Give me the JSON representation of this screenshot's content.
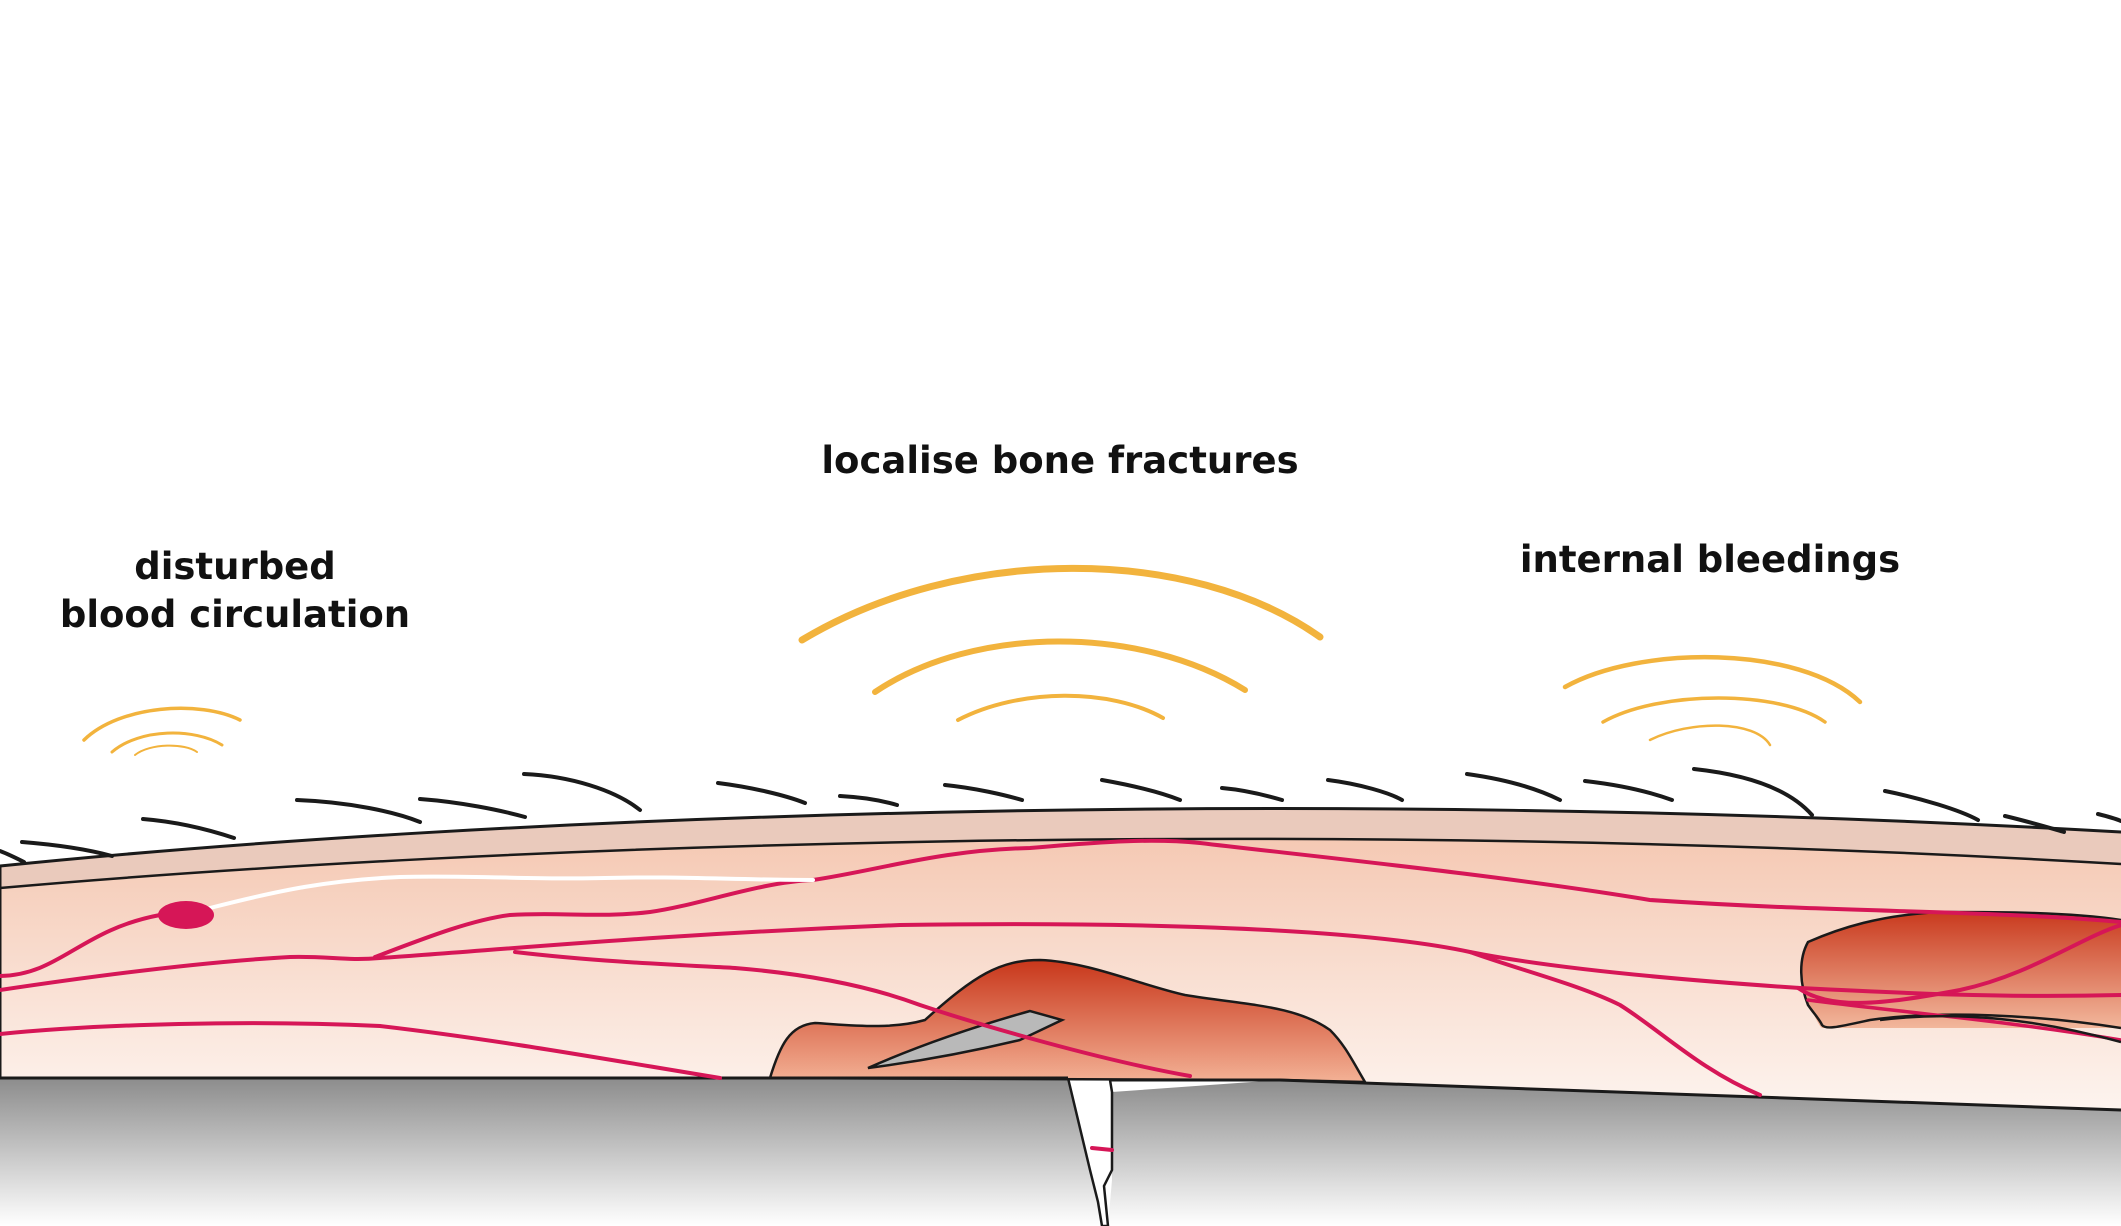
{
  "labels": {
    "fracture": "localise bone fractures",
    "blood_line1": "disturbed",
    "blood_line2": "blood circulation",
    "bleeding": "internal bleedings"
  },
  "colors": {
    "wave": "#f2b33d",
    "vessel": "#d61657",
    "skin_outer": "#eacbbd",
    "tissue_top": "#f4c6b0",
    "tissue_bottom": "#fdf3ee",
    "bleeding_dark": "#c93a1e",
    "bleeding_light": "#f1a98a",
    "bone_top": "#8e8e8e",
    "bone_bottom": "#ffffff",
    "hair": "#1a1a1a"
  }
}
